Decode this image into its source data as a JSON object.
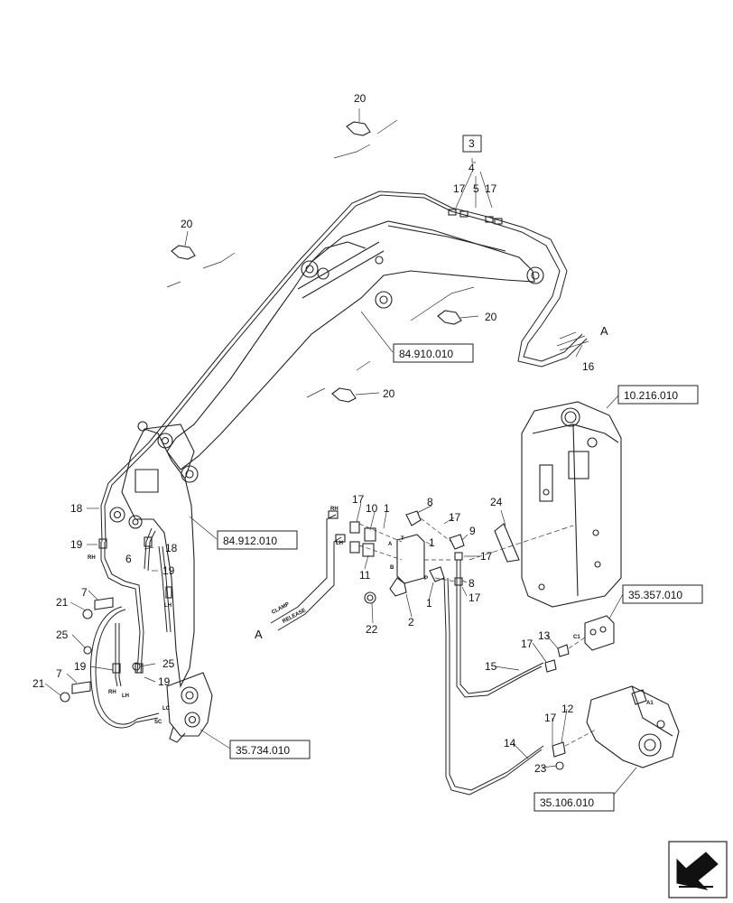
{
  "callouts": [
    {
      "id": "c20a",
      "text": "20"
    },
    {
      "id": "c20b",
      "text": "20"
    },
    {
      "id": "c20c",
      "text": "20"
    },
    {
      "id": "c20d",
      "text": "20"
    },
    {
      "id": "c3",
      "text": "3"
    },
    {
      "id": "c4",
      "text": "4"
    },
    {
      "id": "c17a",
      "text": "17"
    },
    {
      "id": "c5",
      "text": "5"
    },
    {
      "id": "c17b",
      "text": "17"
    },
    {
      "id": "cA1",
      "text": "A"
    },
    {
      "id": "c16",
      "text": "16"
    },
    {
      "id": "c18a",
      "text": "18"
    },
    {
      "id": "c19a",
      "text": "19"
    },
    {
      "id": "c6",
      "text": "6"
    },
    {
      "id": "c18b",
      "text": "18"
    },
    {
      "id": "c19b",
      "text": "19"
    },
    {
      "id": "c7a",
      "text": "7"
    },
    {
      "id": "c21a",
      "text": "21"
    },
    {
      "id": "c25a",
      "text": "25"
    },
    {
      "id": "c19c",
      "text": "19"
    },
    {
      "id": "c25b",
      "text": "25"
    },
    {
      "id": "c19d",
      "text": "19"
    },
    {
      "id": "c7b",
      "text": "7"
    },
    {
      "id": "c21b",
      "text": "21"
    },
    {
      "id": "c17c",
      "text": "17"
    },
    {
      "id": "c10",
      "text": "10"
    },
    {
      "id": "c1a",
      "text": "1"
    },
    {
      "id": "c8a",
      "text": "8"
    },
    {
      "id": "c17d",
      "text": "17"
    },
    {
      "id": "c9",
      "text": "9"
    },
    {
      "id": "c24",
      "text": "24"
    },
    {
      "id": "c11",
      "text": "11"
    },
    {
      "id": "c17e",
      "text": "17"
    },
    {
      "id": "c1b",
      "text": "1"
    },
    {
      "id": "c8b",
      "text": "8"
    },
    {
      "id": "c17f",
      "text": "17"
    },
    {
      "id": "c1c",
      "text": "1"
    },
    {
      "id": "c22",
      "text": "22"
    },
    {
      "id": "c2",
      "text": "2"
    },
    {
      "id": "cA2",
      "text": "A"
    },
    {
      "id": "c17g",
      "text": "17"
    },
    {
      "id": "c13",
      "text": "13"
    },
    {
      "id": "c15",
      "text": "15"
    },
    {
      "id": "c17h",
      "text": "17"
    },
    {
      "id": "c12",
      "text": "12"
    },
    {
      "id": "c14",
      "text": "14"
    },
    {
      "id": "c23",
      "text": "23"
    }
  ],
  "port_labels": {
    "rh_left": "RH",
    "lh_left": "LH",
    "rh_lower": "RH",
    "lh_lower": "LH",
    "rh_valve": "RH",
    "lh_valve": "LH",
    "t_port": "T",
    "a_port": "A",
    "b_port": "B",
    "p_port": "P",
    "lc": "LC",
    "sc": "SC",
    "c1": "C1",
    "a1": "A1",
    "clamp": "CLAMP",
    "release": "RELEASE"
  },
  "reference_boxes": {
    "ref_84910": "84.910.010",
    "ref_84912": "84.912.010",
    "ref_10216": "10.216.010",
    "ref_35357": "35.357.010",
    "ref_35734": "35.734.010",
    "ref_35106": "35.106.010"
  },
  "icons": {
    "nav": "arrow-back-icon"
  }
}
